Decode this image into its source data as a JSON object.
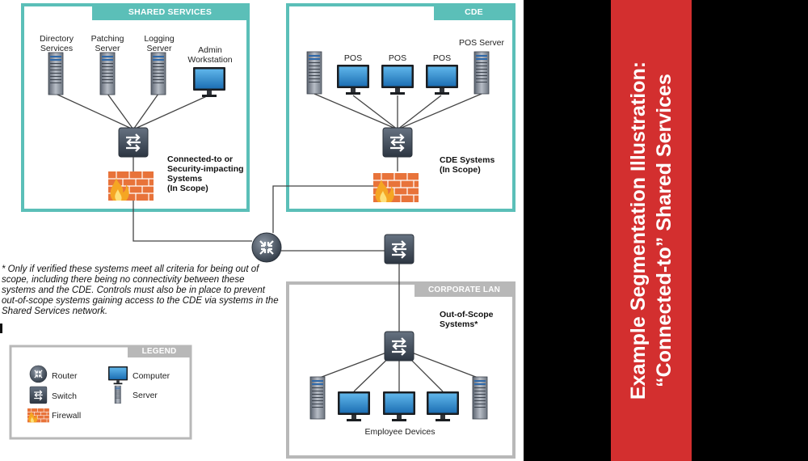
{
  "side_title": {
    "line1": "Example Segmentation Illustration:",
    "line2": "“Connected-to” Shared Services"
  },
  "zones": {
    "shared": {
      "label": "SHARED SERVICES",
      "color": "#5bbfb8"
    },
    "cde": {
      "label": "CDE",
      "color": "#5bbfb8"
    },
    "corp": {
      "label": "CORPORATE LAN",
      "color": "#b8b8b8"
    },
    "legend": {
      "label": "LEGEND",
      "color": "#b8b8b8"
    }
  },
  "shared_devices": {
    "directory": "Directory\nServices",
    "patching": "Patching\nServer",
    "logging": "Logging\nServer",
    "admin": "Admin\nWorkstation"
  },
  "shared_caption": "Connected-to or\nSecurity-impacting\nSystems\n(In Scope)",
  "cde_devices": {
    "pos1": "POS",
    "pos2": "POS",
    "pos3": "POS",
    "server": "POS Server"
  },
  "cde_caption": "CDE Systems\n(In Scope)",
  "corp_caption": "Out-of-Scope\nSystems*",
  "employee_label": "Employee Devices",
  "footnote": "* Only if verified these systems meet all criteria for being out of scope, including there being no connectivity between these systems and the CDE. Controls must also be in place to prevent out-of-scope systems gaining access to the CDE via systems in the Shared Services network.",
  "legend": {
    "router": "Router",
    "switch": "Switch",
    "firewall": "Firewall",
    "computer": "Computer",
    "server": "Server"
  },
  "colors": {
    "accent_red": "#d32f2f",
    "teal": "#5bbfb8",
    "gray": "#b8b8b8",
    "device_blue": "#2e7fc1",
    "firewall": "#e8733a"
  }
}
